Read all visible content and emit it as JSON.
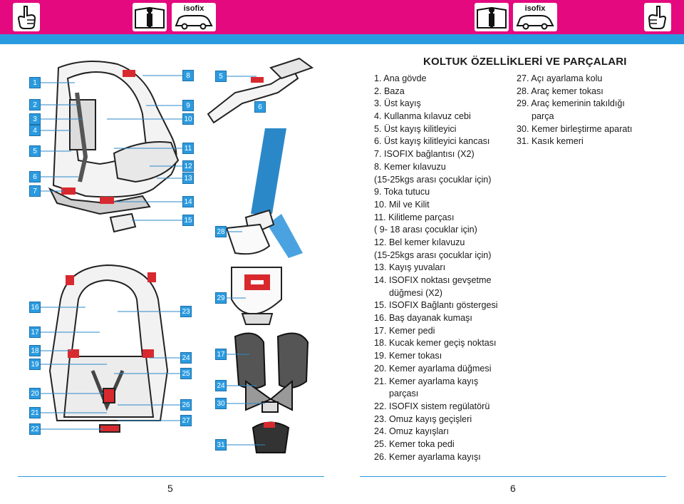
{
  "header": {
    "left_icons": [
      "pointing-hand-icon",
      "info-book-icon",
      "isofix-car-icon"
    ],
    "right_icons": [
      "info-book-icon",
      "isofix-car-icon",
      "pointing-hand-icon"
    ],
    "isofix_label": "isofix",
    "colors": {
      "bar": "#e5097f",
      "band": "#2b9be0"
    }
  },
  "figure": {
    "left_callouts_top": [
      "1",
      "2",
      "3",
      "4",
      "5",
      "6",
      "7"
    ],
    "right_callouts_top": [
      "8",
      "9",
      "10",
      "11",
      "12",
      "13",
      "14",
      "15"
    ],
    "left_callouts_bottom": [
      "16",
      "17",
      "18",
      "19",
      "20",
      "21",
      "22"
    ],
    "right_callouts_bottom": [
      "23",
      "24",
      "25",
      "26",
      "27"
    ],
    "middle_callouts": [
      "5",
      "6",
      "28",
      "29",
      "17",
      "24",
      "30",
      "31"
    ]
  },
  "section": {
    "title": "KOLTUK ÖZELLİKLERİ VE PARÇALARI",
    "list_col1": [
      "1. Ana gövde",
      "2. Baza",
      "3. Üst kayış",
      "4. Kullanma kılavuz cebi",
      "5. Üst kayış kilitleyici",
      "6. Üst kayış kilitleyici kancası",
      "7. ISOFIX bağlantısı (X2)",
      "8. Kemer kılavuzu",
      "(15-25kgs arası çocuklar için)",
      "9. Toka tutucu",
      "10. Mil ve Kilit",
      "11. Kilitleme parçası",
      "( 9- 18 arası çocuklar için)",
      "12. Bel kemer kılavuzu",
      "(15-25kgs arası çocuklar için)",
      "13. Kayış yuvaları",
      "14. ISOFIX noktası gevşetme",
      "      düğmesi (X2)",
      "15. ISOFIX Bağlantı göstergesi",
      "16. Baş dayanak kumaşı",
      "17. Kemer pedi",
      "18. Kucak kemer geçiş noktası",
      "19. Kemer tokası",
      "20. Kemer ayarlama düğmesi",
      "21. Kemer ayarlama kayış",
      "      parçası",
      "22. ISOFIX sistem regülatörü",
      "23. Omuz kayış geçişleri",
      "24. Omuz kayışları",
      "25. Kemer toka pedi",
      "26. Kemer ayarlama kayışı"
    ],
    "list_col2": [
      "27. Açı ayarlama kolu",
      "28. Araç kemer tokası",
      "29. Araç kemerinin takıldığı",
      "      parça",
      "30. Kemer birleştirme aparatı",
      "31. Kasık kemeri"
    ]
  },
  "footer": {
    "left_page": "5",
    "right_page": "6"
  }
}
